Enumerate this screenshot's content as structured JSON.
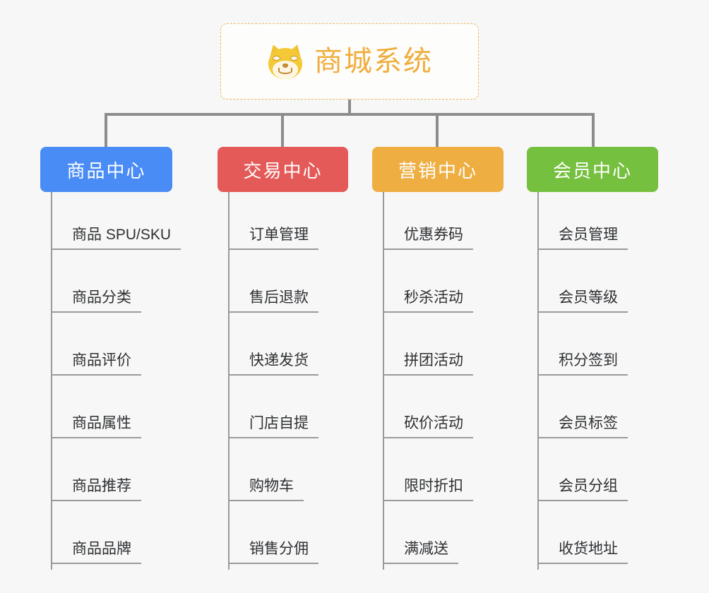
{
  "root": {
    "title": "商城系统",
    "icon": "shiba-inu-emoji",
    "accent_color": "#f0ad3d",
    "border_color": "#e9b85c"
  },
  "connector_color": "#8c8c8c",
  "leaf_line_color": "#9a9a9a",
  "background_color": "#f7f7f7",
  "columns": [
    {
      "id": "product-center",
      "title": "商品中心",
      "color": "#4a8cf5",
      "items": [
        "商品 SPU/SKU",
        "商品分类",
        "商品评价",
        "商品属性",
        "商品推荐",
        "商品品牌"
      ]
    },
    {
      "id": "trade-center",
      "title": "交易中心",
      "color": "#e45a58",
      "items": [
        "订单管理",
        "售后退款",
        "快递发货",
        "门店自提",
        "购物车",
        "销售分佣"
      ]
    },
    {
      "id": "marketing-center",
      "title": "营销中心",
      "color": "#eeae42",
      "items": [
        "优惠券码",
        "秒杀活动",
        "拼团活动",
        "砍价活动",
        "限时折扣",
        "满减送"
      ]
    },
    {
      "id": "member-center",
      "title": "会员中心",
      "color": "#76c040",
      "items": [
        "会员管理",
        "会员等级",
        "积分签到",
        "会员标签",
        "会员分组",
        "收货地址"
      ]
    }
  ]
}
